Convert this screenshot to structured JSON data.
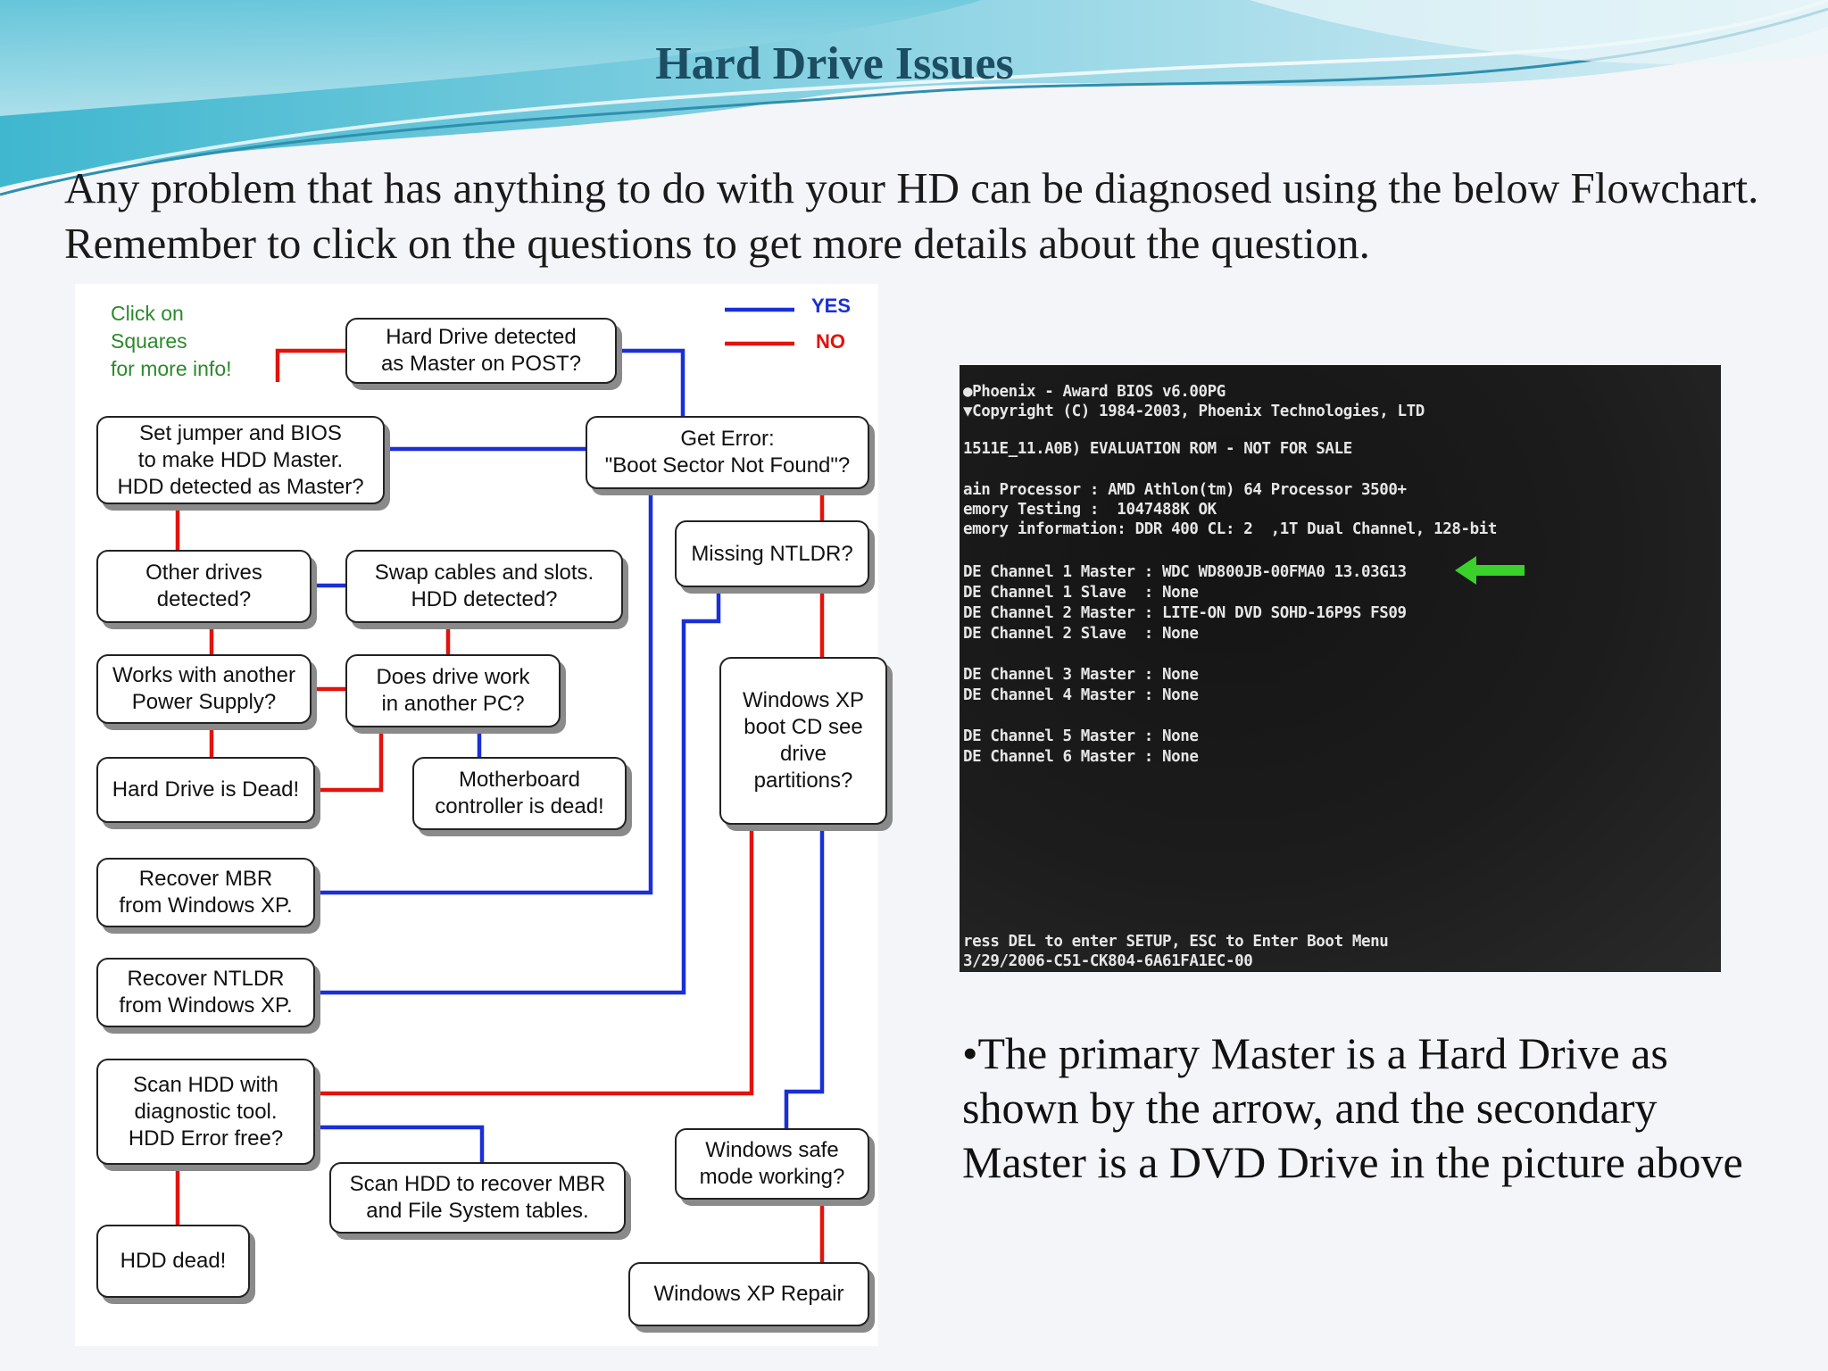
{
  "slide": {
    "title": "Hard Drive Issues",
    "intro": "Any problem that has anything to do with your HD can be diagnosed using the below Flowchart. Remember to click on the questions to get more details about the question.",
    "bullet": "•The primary Master is a Hard Drive as shown by the arrow, and the secondary Master is a DVD Drive in the picture above"
  },
  "flowchart": {
    "click_info": "Click on\nSquares\nfor more info!",
    "legend": {
      "yes": "YES",
      "no": "NO",
      "yes_color": "#1a2fd6",
      "no_color": "#e3120b"
    },
    "boxes": {
      "hd_detected": "Hard Drive detected\nas Master on POST?",
      "set_jumper": "Set jumper and BIOS\nto make HDD Master.\nHDD detected as Master?",
      "get_error": "Get Error:\n\"Boot Sector Not Found\"?",
      "other_drives": "Other drives\ndetected?",
      "swap_cables": "Swap cables and slots.\nHDD detected?",
      "missing_ntldr": "Missing NTLDR?",
      "another_psu": "Works with another\nPower Supply?",
      "another_pc": "Does drive work\nin another PC?",
      "xp_boot_cd": "Windows XP\nboot CD see\ndrive\npartitions?",
      "hd_dead": "Hard Drive is Dead!",
      "mobo_dead": "Motherboard\ncontroller is dead!",
      "recover_mbr": "Recover MBR\nfrom Windows XP.",
      "recover_ntldr": "Recover NTLDR\nfrom Windows XP.",
      "scan_hdd": "Scan HDD with\ndiagnostic tool.\nHDD Error free?",
      "safe_mode": "Windows safe\nmode working?",
      "scan_recover": "Scan HDD to recover MBR\nand File System tables.",
      "hdd_dead": "HDD dead!",
      "xp_repair": "Windows XP Repair"
    }
  },
  "bios_screen": {
    "lines": [
      "●Phoenix - Award BIOS v6.00PG",
      "▼Copyright (C) 1984-2003, Phoenix Technologies, LTD",
      "1511E_11.A0B) EVALUATION ROM - NOT FOR SALE",
      "ain Processor : AMD Athlon(tm) 64 Processor 3500+",
      "emory Testing :  1047488K OK",
      "emory information: DDR 400 CL: 2  ,1T Dual Channel, 128-bit",
      "DE Channel 1 Master : WDC WD800JB-00FMA0 13.03G13",
      "DE Channel 1 Slave  : None",
      "DE Channel 2 Master : LITE-ON DVD SOHD-16P9S FS09",
      "DE Channel 2 Slave  : None",
      "DE Channel 3 Master : None",
      "DE Channel 4 Master : None",
      "DE Channel 5 Master : None",
      "DE Channel 6 Master : None",
      "ress DEL to enter SETUP, ESC to Enter Boot Menu",
      "3/29/2006-C51-CK804-6A61FA1EC-00"
    ],
    "arrow_color": "#39d12a"
  }
}
